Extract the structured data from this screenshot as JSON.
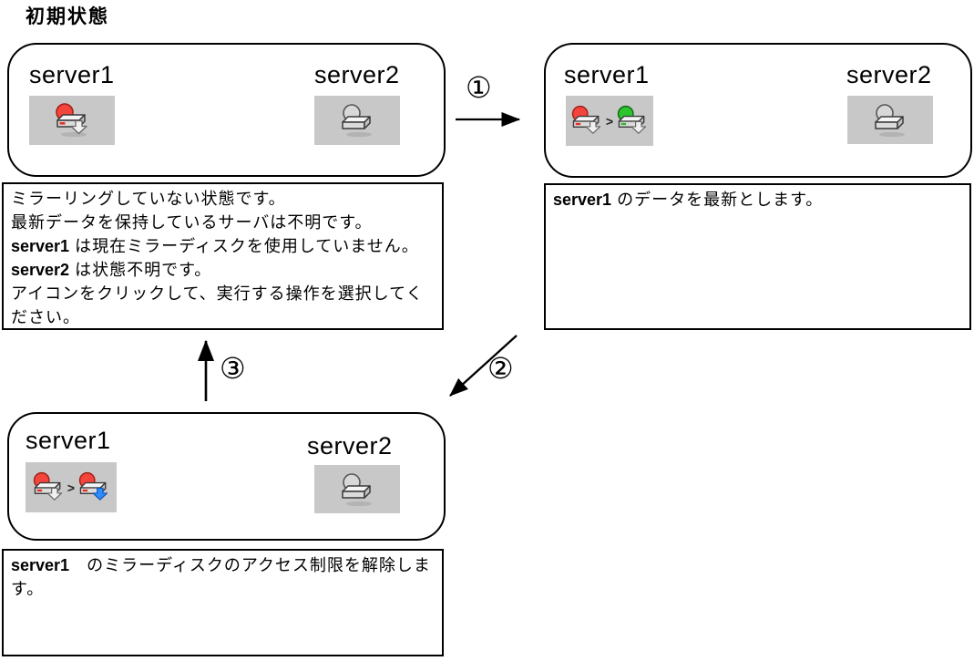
{
  "title": "初期状態",
  "separator": ">",
  "colors": {
    "tile_bg": "#c8c8c8",
    "error_red": "#f4453c",
    "normal_green": "#2ec42e",
    "access_blue": "#2b8cff",
    "unknown_gray": "#d8d8d8",
    "line_black": "#000000"
  },
  "panels": {
    "initial": {
      "servers": [
        {
          "name": "server1",
          "icons": [
            "mirror-disk-error-icon"
          ]
        },
        {
          "name": "server2",
          "icons": [
            "mirror-disk-unknown-icon"
          ]
        }
      ],
      "description": [
        [
          {
            "t": "ミラーリングしていない状態です。"
          }
        ],
        [
          {
            "t": "最新データを保持しているサーバは不明です。"
          }
        ],
        [
          {
            "t": "server1",
            "b": true
          },
          {
            "t": " は現在ミラーディスクを使用していません。"
          }
        ],
        [
          {
            "t": "server2",
            "b": true
          },
          {
            "t": " は状態不明です。"
          }
        ],
        [
          {
            "t": "アイコンをクリックして、実行する操作を選択してください。"
          }
        ]
      ]
    },
    "step1": {
      "servers": [
        {
          "name": "server1",
          "icons": [
            "mirror-disk-error-icon",
            "mirror-disk-normal-icon"
          ]
        },
        {
          "name": "server2",
          "icons": [
            "mirror-disk-unknown-icon"
          ]
        }
      ],
      "description": [
        [
          {
            "t": "server1",
            "b": true
          },
          {
            "t": " のデータを最新とします。"
          }
        ]
      ]
    },
    "step2": {
      "servers": [
        {
          "name": "server1",
          "icons": [
            "mirror-disk-error-icon",
            "mirror-disk-access-icon"
          ]
        },
        {
          "name": "server2",
          "icons": [
            "mirror-disk-unknown-icon"
          ]
        }
      ],
      "description": [
        [
          {
            "t": "server1",
            "b": true
          },
          {
            "t": "　のミラーディスクのアクセス制限を解除します。"
          }
        ]
      ]
    }
  },
  "arrows": [
    {
      "label": "①"
    },
    {
      "label": "②"
    },
    {
      "label": "③"
    }
  ]
}
